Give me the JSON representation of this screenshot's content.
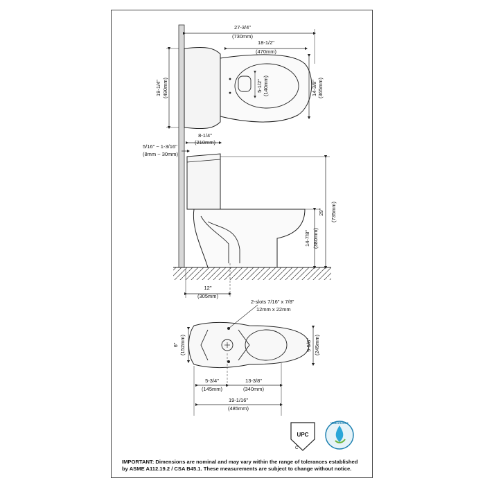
{
  "top_view": {
    "overall_depth": {
      "imperial": "27-3/4\"",
      "metric": "(730mm)"
    },
    "bowl_length": {
      "imperial": "18-1/2\"",
      "metric": "(470mm)"
    },
    "tank_depth": {
      "imperial": "19-1/4\"",
      "metric": "(490mm)"
    },
    "seat_hole": {
      "imperial": "5-1/2\"",
      "metric": "(140mm)"
    },
    "bowl_width": {
      "imperial": "14-3/8\"",
      "metric": "(365mm)"
    }
  },
  "side_view": {
    "tank_width": {
      "imperial": "8-1/4\"",
      "metric": "(210mm)"
    },
    "wall_gap": {
      "imperial": "5/16\" ~ 1-3/16\"",
      "metric": "(8mm ~ 30mm)"
    },
    "height": {
      "imperial": "29\"",
      "metric": "(735mm)"
    },
    "rim_height": {
      "imperial": "14-7/8\"",
      "metric": "(380mm)"
    },
    "rough_in": {
      "imperial": "12\"",
      "metric": "(305mm)"
    }
  },
  "bottom_view": {
    "slots": {
      "imperial": "2-slots 7/16\" x 7/8\"",
      "metric": "12mm x 22mm"
    },
    "left_width": {
      "imperial": "6\"",
      "metric": "(152mm)"
    },
    "foot_width": {
      "imperial": "9-5/8\"",
      "metric": "(245mm)"
    },
    "rear_offset": {
      "imperial": "5-3/4\"",
      "metric": "(145mm)"
    },
    "front_length": {
      "imperial": "13-3/8\"",
      "metric": "(340mm)"
    },
    "total_length": {
      "imperial": "19-1/16\"",
      "metric": "(485mm)"
    }
  },
  "badges": {
    "upc_letters": "UPC",
    "upc_mark": "C",
    "watersense_text": "WaterSense"
  },
  "notice": {
    "lead": "IMPORTANT:",
    "text": " Dimensions are nominal and may vary within the range of tolerances established by ASME A112.19.2 / CSA B45.1. These measurements are subject to change without notice."
  }
}
